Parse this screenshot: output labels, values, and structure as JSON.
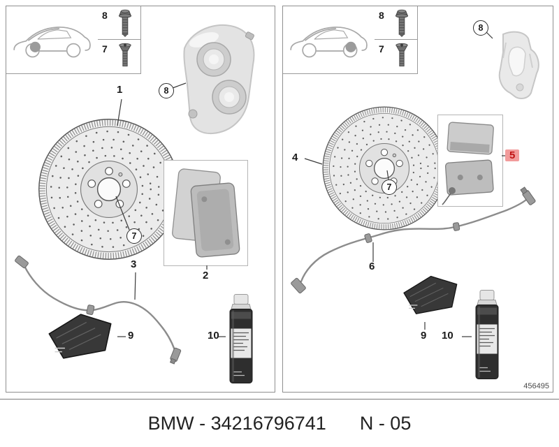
{
  "footer": {
    "part_number": "BMW - 34216796741",
    "revision": "N - 05"
  },
  "doc_number": "456495",
  "colors": {
    "highlight_bg": "#f29c9c",
    "highlight_text": "#c01414"
  },
  "left": {
    "labels": {
      "bolt": "8",
      "screw": "7",
      "caliper_callout": "8",
      "disc": "1",
      "disc_screw_callout": "7",
      "pads": "2",
      "sensor": "3",
      "paste": "9",
      "spray": "10"
    }
  },
  "right": {
    "labels": {
      "bolt": "8",
      "screw": "7",
      "bracket_callout": "8",
      "disc": "4",
      "disc_screw_callout": "7",
      "pads": "5",
      "sensor": "6",
      "paste": "9",
      "spray": "10"
    }
  }
}
